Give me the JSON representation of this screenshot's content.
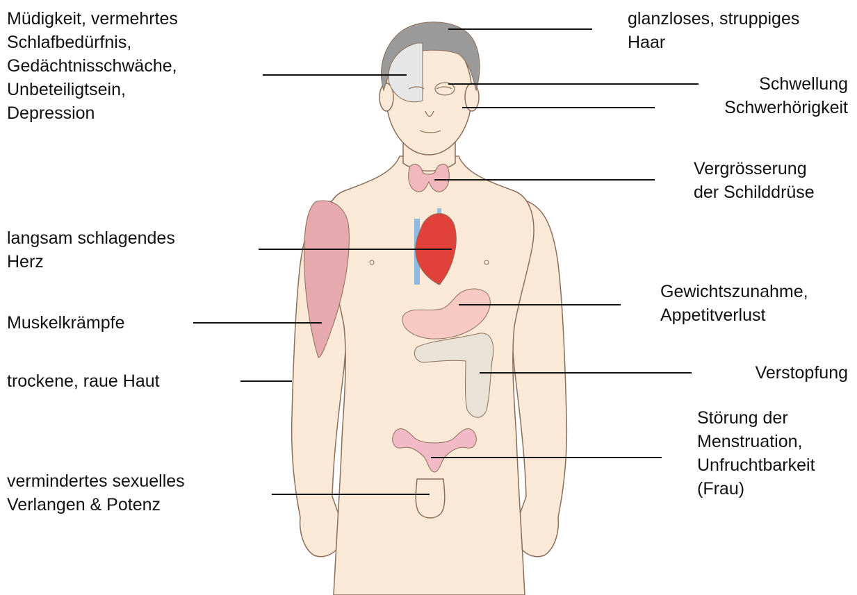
{
  "labels": {
    "fatigue": [
      "Müdigkeit, vermehrtes",
      "Schlafbedürfnis,",
      "Gedächtnisschwäche,",
      "Unbeteiligtsein,",
      "Depression"
    ],
    "hair": [
      "glanzloses, struppiges",
      "Haar"
    ],
    "swelling": [
      "Schwellung"
    ],
    "hearing": [
      "Schwerhörigkeit"
    ],
    "thyroid": [
      "Vergrösserung",
      "der Schilddrüse"
    ],
    "heart": [
      "langsam schlagendes",
      "Herz"
    ],
    "muscle": [
      "Muskelkrämpfe"
    ],
    "weight": [
      "Gewichtszunahme,",
      "Appetitverlust"
    ],
    "constipation": [
      "Verstopfung"
    ],
    "skin": [
      "trockene, raue Haut"
    ],
    "menstruation": [
      "Störung der",
      "Menstruation,",
      "Unfruchtbarkeit",
      "(Frau)"
    ],
    "libido": [
      "vermindertes sexuelles",
      "Verlangen & Potenz"
    ]
  },
  "colors": {
    "skin": "#fbe9d8",
    "outline": "#8a6e58",
    "hair": "#9a9a9a",
    "brain": "#e6e6e6",
    "thyroid": "#f0b7bd",
    "muscle": "#e6a9ae",
    "heart": "#e0413a",
    "stomach": "#f6c9c3",
    "colon": "#e9e2d6",
    "uterus": "#f2b9c6",
    "leader": "#111111"
  }
}
